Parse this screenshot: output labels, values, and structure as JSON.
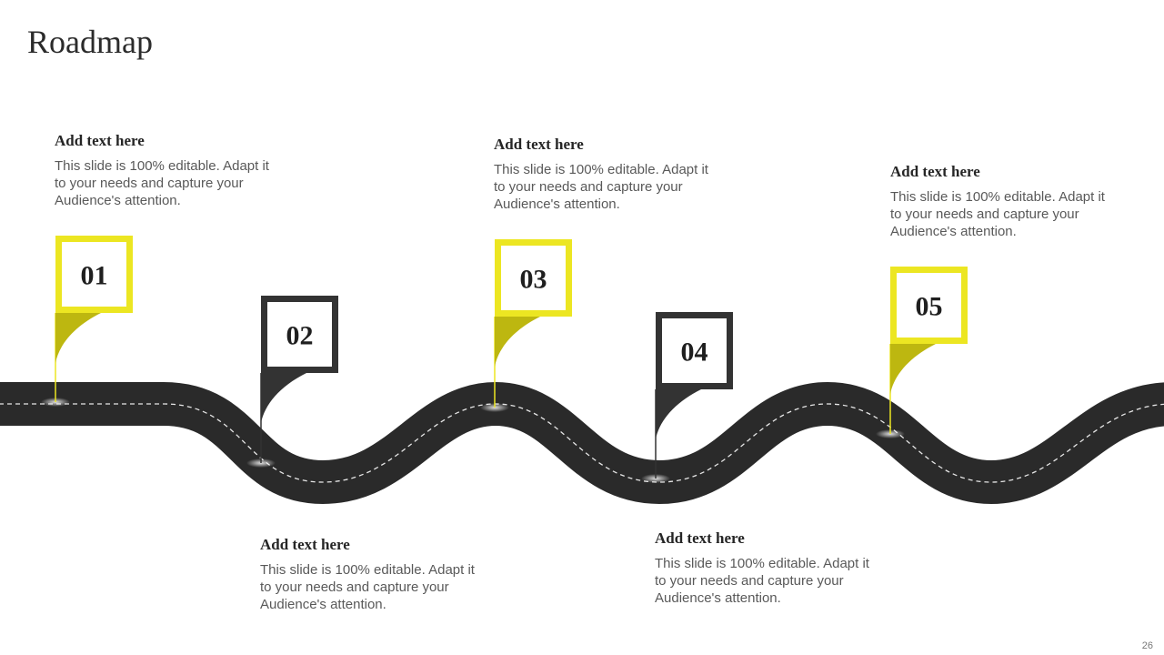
{
  "title": "Roadmap",
  "page_number": "26",
  "colors": {
    "accent": "#ece622",
    "accent_dark": "#bdb710",
    "marker_dark": "#333333",
    "road": "#2a2a2a",
    "road_marking": "#e6e6e6"
  },
  "milestones": [
    {
      "number": "01",
      "style": "yellow",
      "heading": "Add text here",
      "body": "This slide is 100% editable. Adapt it to your needs and capture your Audience's attention."
    },
    {
      "number": "02",
      "style": "dark",
      "heading": "Add text here",
      "body": "This slide is 100% editable. Adapt it to your needs and capture your Audience's attention."
    },
    {
      "number": "03",
      "style": "yellow",
      "heading": "Add text here",
      "body": "This slide is 100% editable. Adapt it to your needs and capture your Audience's attention."
    },
    {
      "number": "04",
      "style": "dark",
      "heading": "Add text here",
      "body": "This slide is 100% editable. Adapt it to your needs and capture your Audience's attention."
    },
    {
      "number": "05",
      "style": "yellow",
      "heading": "Add text here",
      "body": "This slide is 100% editable. Adapt it to your needs and capture your Audience's attention."
    }
  ]
}
